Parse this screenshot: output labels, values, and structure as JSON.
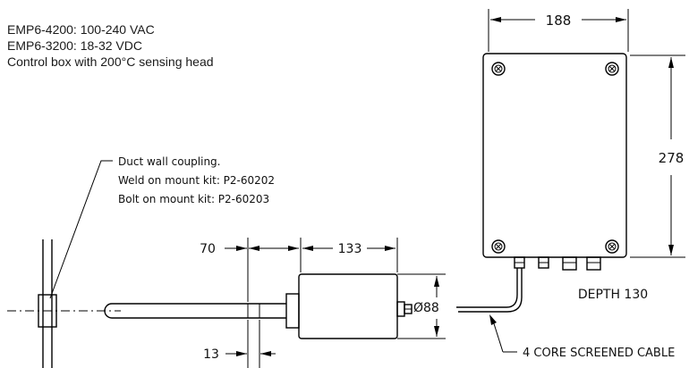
{
  "spec_lines": [
    "EMP6-4200: 100-240 VAC",
    "EMP6-3200: 18-32 VDC",
    "Control box with 200°C sensing head"
  ],
  "callout": {
    "line1": "Duct wall coupling.",
    "line2": "Weld on mount kit: P2-60202",
    "line3": "Bolt on mount kit: P2-60203"
  },
  "dimensions": {
    "box_width": "188",
    "box_height": "278",
    "depth": "DEPTH  130",
    "probe_length": "70",
    "sensor_length": "133",
    "sensor_diameter": "Ø88",
    "collar": "13"
  },
  "cable_label": "4 CORE SCREENED CABLE"
}
